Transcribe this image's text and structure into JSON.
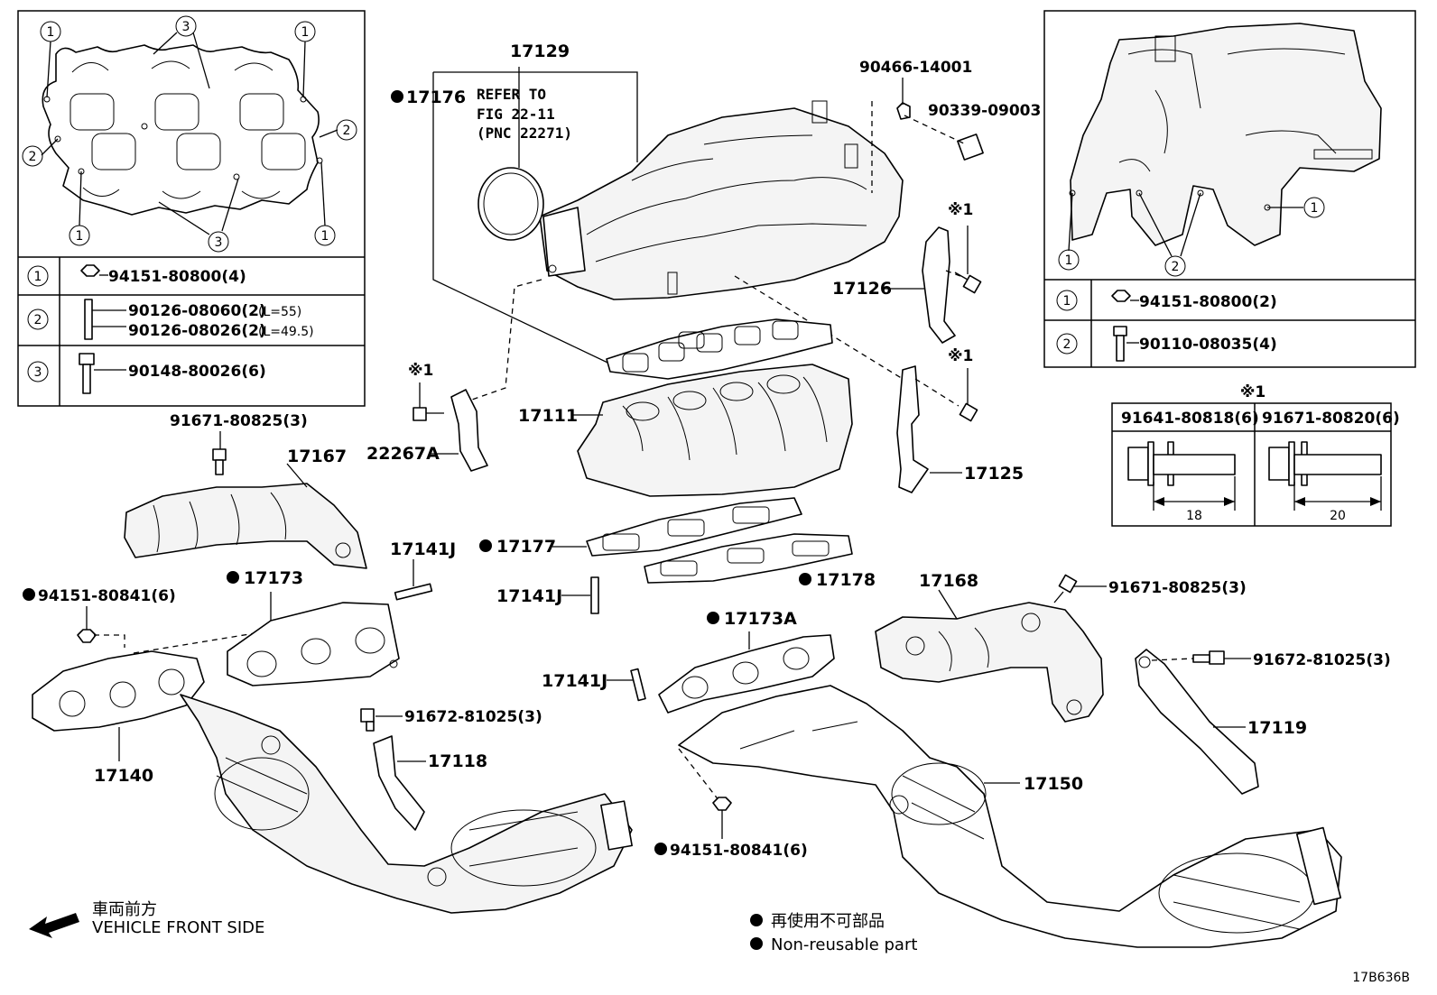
{
  "left_table": {
    "callouts": {
      "one": "1",
      "two": "2",
      "three": "3"
    },
    "rows": [
      {
        "num": "1",
        "line1": "94151-80800(4)"
      },
      {
        "num": "2",
        "line1": "90126-08060(2)",
        "line1_note": "(L=55)",
        "line2": "90126-08026(2)",
        "line2_note": "(L=49.5)"
      },
      {
        "num": "3",
        "line1": "90148-80026(6)"
      }
    ]
  },
  "right_table": {
    "callouts": {
      "one": "1",
      "two": "2"
    },
    "rows": [
      {
        "num": "1",
        "line1": "94151-80800(2)"
      },
      {
        "num": "2",
        "line1": "90110-08035(4)"
      }
    ]
  },
  "bolt_table": {
    "mark": "※1",
    "cols": [
      {
        "label": "91641-80818(6)",
        "length": "18"
      },
      {
        "label": "91671-80820(6)",
        "length": "20"
      }
    ]
  },
  "labels": {
    "p17129": "17129",
    "p17176": "17176",
    "refer1": "REFER TO",
    "refer2": "FIG 22-11",
    "refer3": "(PNC 22271)",
    "p90466": "90466-14001",
    "p90339": "90339-09003",
    "mark1a": "※1",
    "mark1b": "※1",
    "mark1c": "※1",
    "p17126": "17126",
    "p17111": "17111",
    "p22267A": "22267A",
    "p17125": "17125",
    "p91671a": "91671-80825(3)",
    "p17167": "17167",
    "p17141Ja": "17141J",
    "p17177": "17177",
    "p17141Jb": "17141J",
    "p17178": "17178",
    "p17168": "17168",
    "p91671b": "91671-80825(3)",
    "p94151a": "94151-80841(6)",
    "p17173": "17173",
    "p17173A": "17173A",
    "p17141Jc": "17141J",
    "p91672a": "91672-81025(3)",
    "p17119": "17119",
    "p91672b": "91672-81025(3)",
    "p17140": "17140",
    "p17118": "17118",
    "p17150": "17150",
    "p94151b": "94151-80841(6)"
  },
  "legend": {
    "front_jp": "車両前方",
    "front_en": "VEHICLE FRONT SIDE",
    "nonreuse_jp": "再使用不可部品",
    "nonreuse_en": "Non-reusable part"
  },
  "figure_code": "17B636B"
}
